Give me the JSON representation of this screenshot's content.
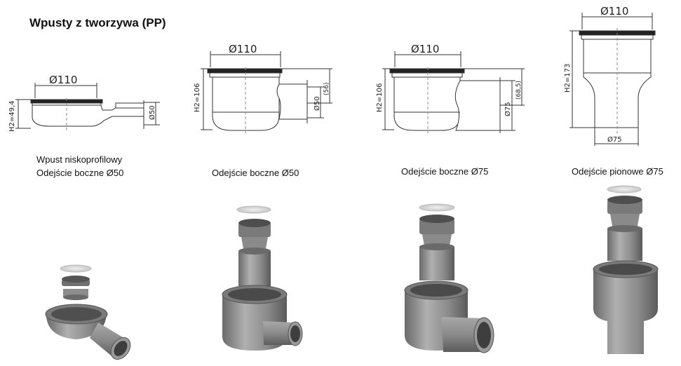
{
  "title": "Wpusty z tworzywa (PP)",
  "drains": [
    {
      "caption_lines": [
        "Wpust niskoprofilowy",
        "Odejście boczne Ø50"
      ],
      "dims": {
        "top": "Ø110",
        "height": "H2=49,4",
        "outlet": "Ø50"
      }
    },
    {
      "caption_lines": [
        "Odejście boczne Ø50"
      ],
      "dims": {
        "top": "Ø110",
        "height": "H2=106",
        "outlet": "Ø50",
        "outlet_height": "(56)"
      }
    },
    {
      "caption_lines": [
        "Odejście boczne Ø75"
      ],
      "dims": {
        "top": "Ø110",
        "height": "H2=106",
        "outlet": "Ø75",
        "outlet_height": "(68,5)"
      }
    },
    {
      "caption_lines": [
        "Odejście pionowe Ø75"
      ],
      "dims": {
        "top": "Ø110",
        "height": "H2=173",
        "outlet": "Ø75"
      }
    }
  ],
  "colors": {
    "line": "#333333",
    "body": "#8e8e8e",
    "body_dark": "#5f5f5f",
    "grate": "#d8d8d8"
  }
}
